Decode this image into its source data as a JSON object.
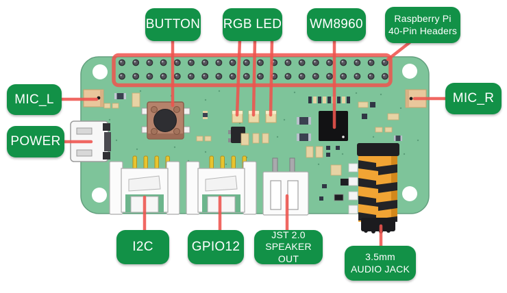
{
  "labels": {
    "button": "BUTTON",
    "rgb_led": "RGB LED",
    "wm8960": "WM8960",
    "rpi_headers_line1": "Raspberry Pi",
    "rpi_headers_line2": "40-Pin Headers",
    "mic_l": "MIC_L",
    "mic_r": "MIC_R",
    "power": "POWER",
    "i2c": "I2C",
    "gpio12": "GPIO12",
    "speaker_line1": "JST 2.0",
    "speaker_line2": "SPEAKER OUT",
    "audio_jack_line1": "3.5mm",
    "audio_jack_line2": "AUDIO JACK"
  },
  "colors": {
    "label_bg": "#129147",
    "label_text": "#ffffff",
    "leader_red": "#ee544e",
    "pcb_green": "#7ec49a",
    "jack_orange": "#f1a434"
  }
}
